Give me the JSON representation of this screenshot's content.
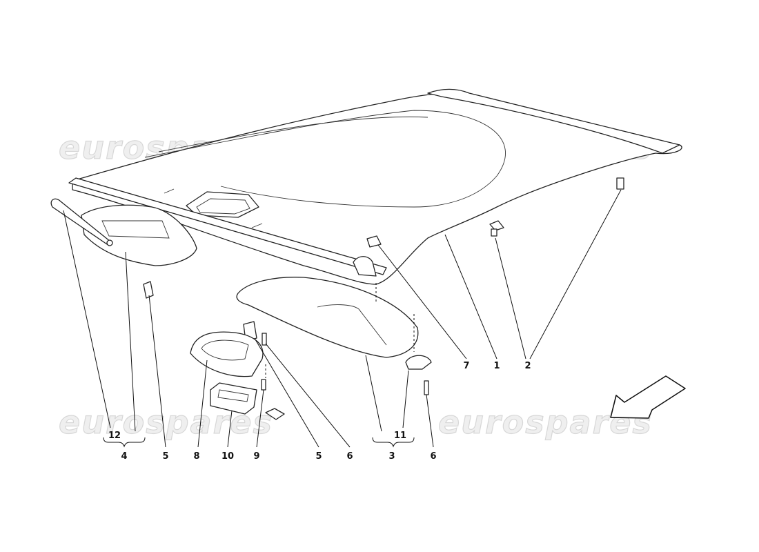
{
  "watermark": "eurospares",
  "callouts": {
    "c12": "12",
    "c4": "4",
    "c5a": "5",
    "c8": "8",
    "c10": "10",
    "c9": "9",
    "c5b": "5",
    "c6a": "6",
    "c11": "11",
    "c3": "3",
    "c6b": "6",
    "c7": "7",
    "c1": "1",
    "c2": "2"
  },
  "icons": {
    "direction": "arrow-down-left-icon"
  }
}
